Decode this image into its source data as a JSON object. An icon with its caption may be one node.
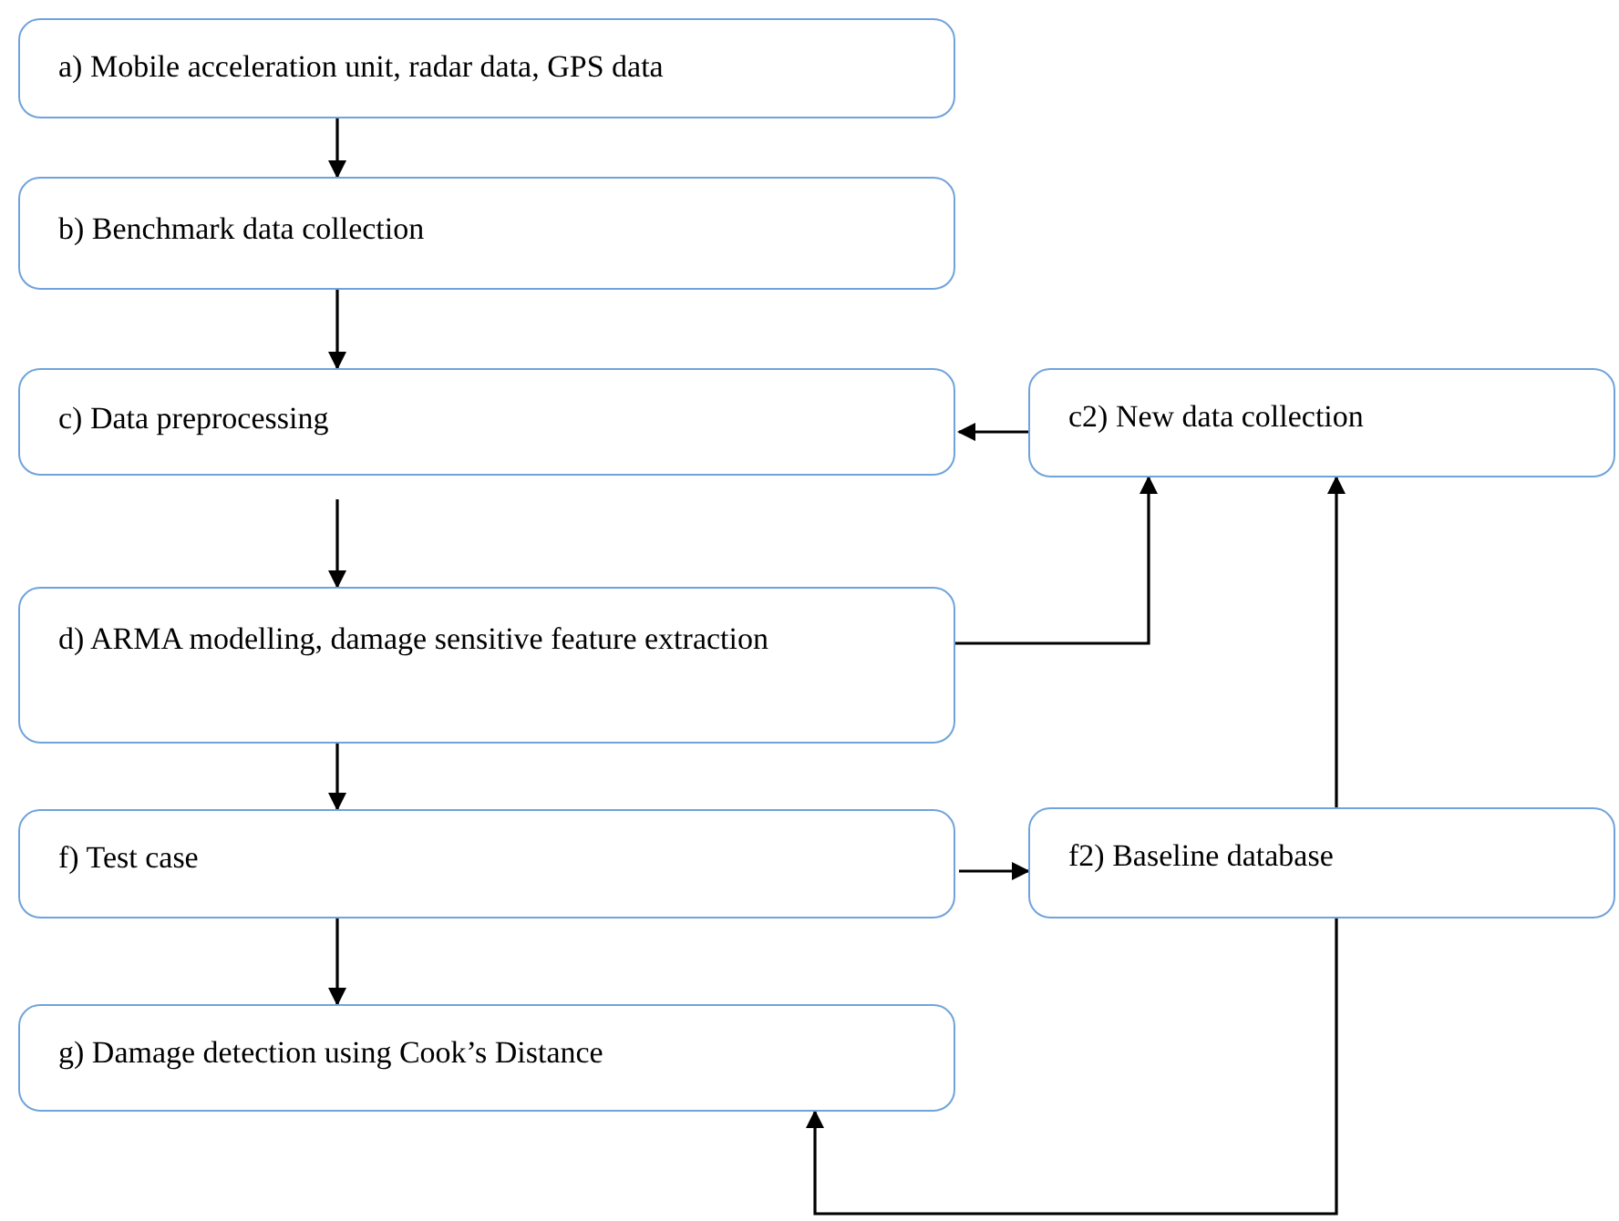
{
  "diagram": {
    "nodes": [
      {
        "text": [
          "a) Mobile acceleration unit, radar data, GPS data"
        ]
      },
      {
        "text": [
          "b) Benchmark data collection"
        ]
      },
      {
        "text": [
          "c) Data preprocessing"
        ]
      },
      {
        "text": [
          "c2) New data collection"
        ]
      },
      {
        "text": [
          "d) ARMA modelling, damage sensitive feature extraction"
        ]
      },
      {
        "text": [
          "f) Test case"
        ]
      },
      {
        "text": [
          "f2) Baseline database"
        ]
      },
      {
        "text": [
          "g) Damage detection using Cook’s Distance"
        ]
      }
    ],
    "edges": [
      {
        "from": 0,
        "to": 1,
        "arrow": "to"
      },
      {
        "from": 1,
        "to": 2,
        "arrow": "to"
      },
      {
        "from": 3,
        "to": 2,
        "arrow": "to"
      },
      {
        "from": 2,
        "to": 4,
        "arrow": "to"
      },
      {
        "from": 4,
        "to": 3,
        "arrow": "to"
      },
      {
        "from": 4,
        "to": 5,
        "arrow": "to"
      },
      {
        "from": 5,
        "to": 6,
        "arrow": "to"
      },
      {
        "from": 5,
        "to": 7,
        "arrow": "to"
      },
      {
        "from": 6,
        "to": 3,
        "arrow": "to"
      },
      {
        "from": 6,
        "to": 7,
        "arrow": "to"
      }
    ]
  }
}
